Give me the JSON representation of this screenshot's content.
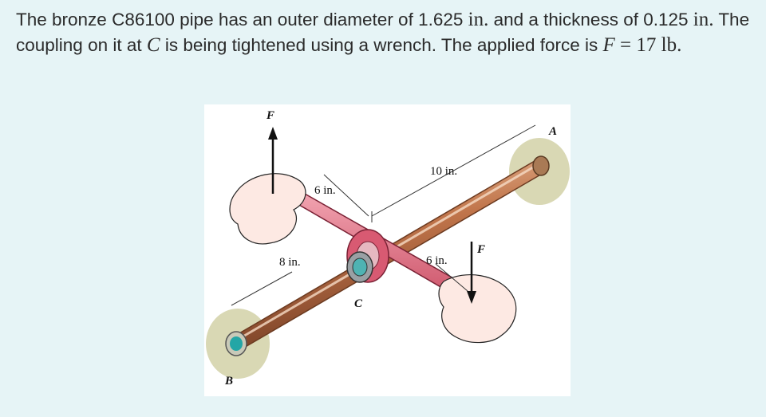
{
  "problem": {
    "seg1": "The bronze C86100 pipe has an outer diameter of 1.625 ",
    "unit1": "in.",
    "seg2": " and a thickness of 0.125 ",
    "unit2": "in.",
    "seg3": " The coupling on it at ",
    "point": "C",
    "seg4": " is being tightened using a wrench. The applied force is ",
    "force_var": "F",
    "eq": " = 17 ",
    "unit3": "lb.",
    "seg5": ""
  },
  "figure": {
    "label_F_top": "F",
    "label_F_right": "F",
    "label_A": "A",
    "label_B": "B",
    "label_C": "C",
    "dim_6in_left": "6 in.",
    "dim_6in_right": "6 in.",
    "dim_8in": "8 in.",
    "dim_10in": "10 in."
  }
}
